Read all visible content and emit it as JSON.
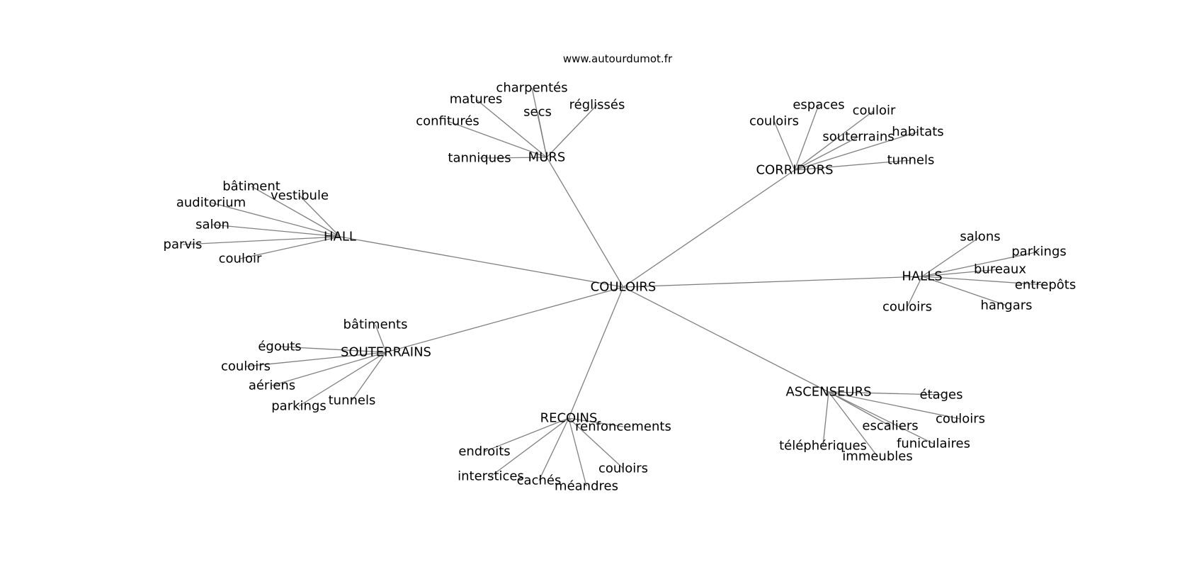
{
  "credit": "www.autourdumot.fr",
  "graph": {
    "root": "COULOIRS",
    "clusters": [
      {
        "label": "MURS",
        "leaves": [
          "charpentés",
          "matures",
          "secs",
          "réglissés",
          "confiturés",
          "tanniques"
        ]
      },
      {
        "label": "CORRIDORS",
        "leaves": [
          "espaces",
          "couloir",
          "couloirs",
          "souterrains",
          "habitats",
          "tunnels"
        ]
      },
      {
        "label": "HALL",
        "leaves": [
          "bâtiment",
          "vestibule",
          "auditorium",
          "salon",
          "parvis",
          "couloir"
        ]
      },
      {
        "label": "HALLS",
        "leaves": [
          "salons",
          "parkings",
          "bureaux",
          "entrepôts",
          "couloirs",
          "hangars"
        ]
      },
      {
        "label": "SOUTERRAINS",
        "leaves": [
          "bâtiments",
          "égouts",
          "couloirs",
          "aériens",
          "parkings",
          "tunnels"
        ]
      },
      {
        "label": "RECOINS",
        "leaves": [
          "renfoncements",
          "endroits",
          "interstices",
          "cachés",
          "méandres",
          "couloirs"
        ]
      },
      {
        "label": "ASCENSEURS",
        "leaves": [
          "étages",
          "couloirs",
          "escaliers",
          "funiculaires",
          "téléphériques",
          "immeubles"
        ]
      }
    ]
  }
}
